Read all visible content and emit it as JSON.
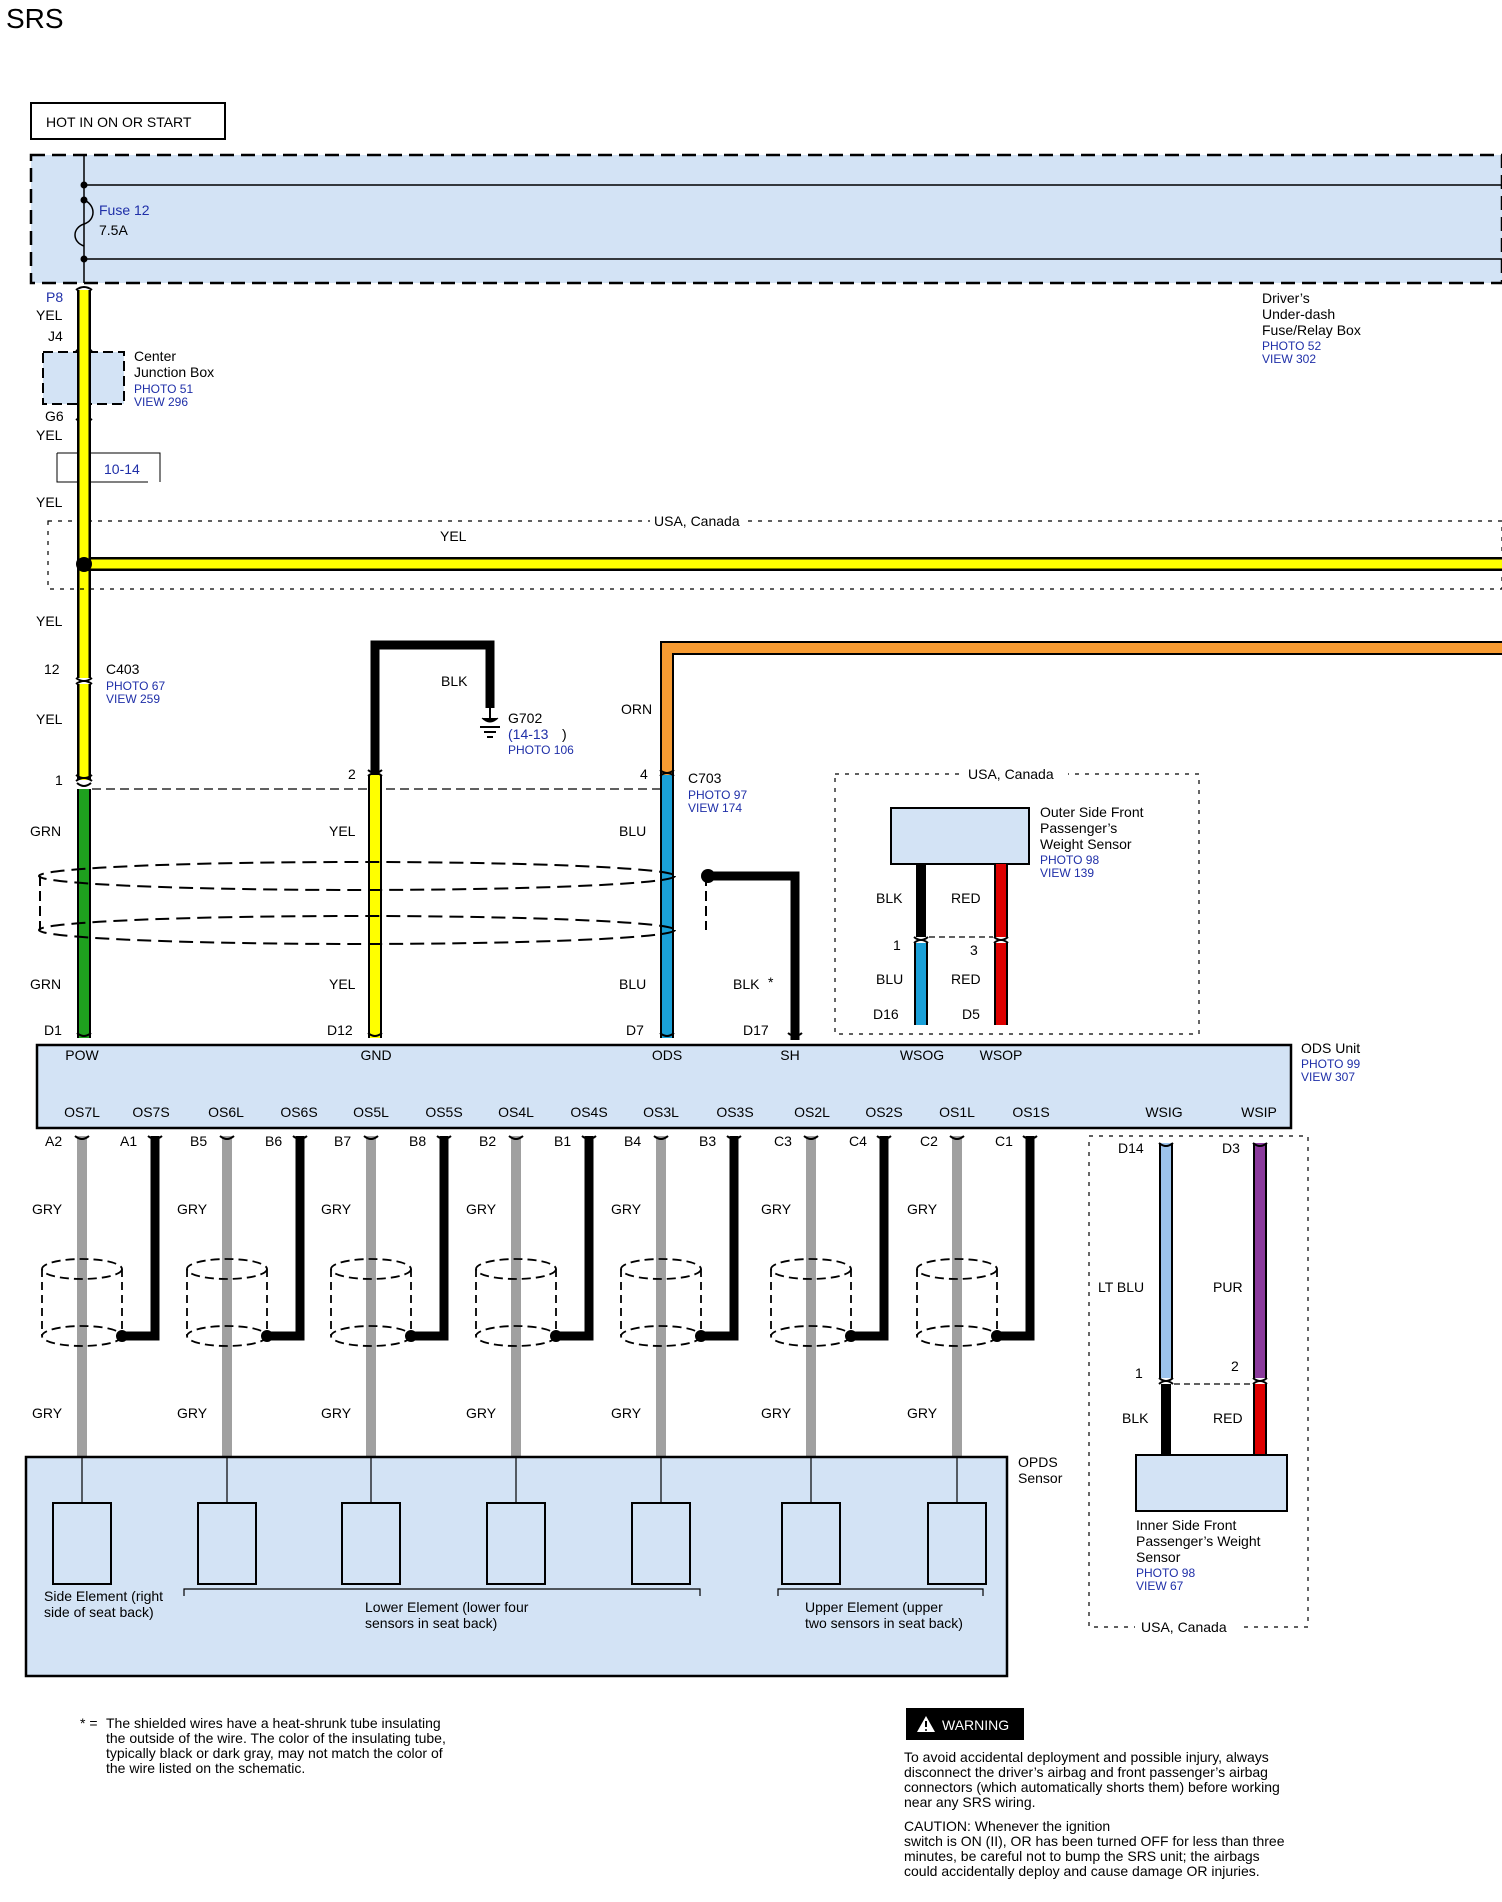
{
  "page": {
    "title": "SRS",
    "hot_label": "HOT IN ON OR START"
  },
  "fuse_box": {
    "fuse_name": "Fuse 12",
    "fuse_rating": "7.5A",
    "name_l1": "Driver’s",
    "name_l2": "Under-dash",
    "name_l3": "Fuse/Relay Box",
    "photo": "PHOTO 52",
    "view": "VIEW 302"
  },
  "center_junction": {
    "pin_in": "P8",
    "wire_in": "YEL",
    "pin_j": "J4",
    "name_l1": "Center",
    "name_l2": "Junction Box",
    "photo": "PHOTO 51",
    "view": "VIEW 296",
    "pin_out": "G6",
    "wire_out": "YEL"
  },
  "ref": {
    "page_ref": "10-14",
    "wire_after_ref": "YEL"
  },
  "region_usa_top": {
    "label": "USA, Canada",
    "bus_wire": "YEL",
    "wire_below": "YEL"
  },
  "c403": {
    "pin": "12",
    "name": "C403",
    "photo": "PHOTO 67",
    "view": "VIEW 259",
    "wire": "YEL"
  },
  "ground": {
    "wire": "BLK",
    "name": "G702",
    "ref": "(14-13",
    "ref_close": ")",
    "photo": "PHOTO 106"
  },
  "orange": {
    "wire": "ORN"
  },
  "c703": {
    "pin1": "1",
    "pin2": "2",
    "pin4": "4",
    "name": "C703",
    "photo": "PHOTO 97",
    "view": "VIEW 174"
  },
  "shield_wires": {
    "w1_top": "GRN",
    "w2_top": "YEL",
    "w3_top": "BLU",
    "w1_bot": "GRN",
    "w2_bot": "YEL",
    "w3_bot": "BLU",
    "drain": "BLK",
    "drain_mark": "*"
  },
  "ods_pins_top": [
    "D1",
    "D12",
    "D7",
    "D17"
  ],
  "outer_sensor": {
    "region": "USA, Canada",
    "name_l1": "Outer Side Front",
    "name_l2": "Passenger’s",
    "name_l3": "Weight Sensor",
    "photo": "PHOTO 98",
    "view": "VIEW 139",
    "w_left_top": "BLK",
    "w_right_top": "RED",
    "pin_left": "1",
    "pin_right": "3",
    "w_left_bot": "BLU",
    "w_right_bot": "RED",
    "ods_pin_left": "D16",
    "ods_pin_right": "D5"
  },
  "ods_unit": {
    "name": "ODS Unit",
    "photo": "PHOTO 99",
    "view": "VIEW 307",
    "top_terminals": [
      "POW",
      "GND",
      "ODS",
      "SH",
      "WSOG",
      "WSOP"
    ],
    "bottom_terminals": [
      "OS7L",
      "OS7S",
      "OS6L",
      "OS6S",
      "OS5L",
      "OS5S",
      "OS4L",
      "OS4S",
      "OS3L",
      "OS3S",
      "OS2L",
      "OS2S",
      "OS1L",
      "OS1S",
      "WSIG",
      "WSIP"
    ]
  },
  "sensor_pins": [
    {
      "gry": "A2",
      "blk": "A1"
    },
    {
      "gry": "B5",
      "blk": "B6"
    },
    {
      "gry": "B7",
      "blk": "B8"
    },
    {
      "gry": "B2",
      "blk": "B1"
    },
    {
      "gry": "B4",
      "blk": "B3"
    },
    {
      "gry": "C3",
      "blk": "C4"
    },
    {
      "gry": "C2",
      "blk": "C1"
    }
  ],
  "sensor_wire": "GRY",
  "opds": {
    "name_l1": "OPDS",
    "name_l2": "Sensor",
    "side_l1": "Side Element (right",
    "side_l2": "side of seat back)",
    "lower_l1": "Lower Element (lower four",
    "lower_l2": "sensors in seat back)",
    "upper_l1": "Upper Element (upper",
    "upper_l2": "two sensors in seat back)"
  },
  "inner_sensor": {
    "pin_left": "D14",
    "pin_right": "D3",
    "w_left_top": "LT BLU",
    "w_right_top": "PUR",
    "conn_left": "1",
    "conn_right": "2",
    "w_left_bot": "BLK",
    "w_right_bot": "RED",
    "name_l1": "Inner Side Front",
    "name_l2": "Passenger’s Weight",
    "name_l3": "Sensor",
    "photo": "PHOTO 98",
    "view": "VIEW 67",
    "region": "USA, Canada"
  },
  "footnote": {
    "mark": "* =",
    "l1": "The shielded wires have a heat-shrunk tube insulating",
    "l2": "the outside of the wire. The color of the insulating tube,",
    "l3": "typically black or dark gray, may not match the color of",
    "l4": "the wire listed on the schematic."
  },
  "warning": {
    "badge": "WARNING",
    "p1_l1": "To avoid accidental deployment and possible injury, always",
    "p1_l2": "disconnect the driver’s airbag and front passenger’s airbag",
    "p1_l3": "connectors (which automatically shorts them) before working",
    "p1_l4": "near any SRS wiring.",
    "p2_l1": "CAUTION: Whenever the ignition",
    "p2_l2": "switch is ON (II), OR has been turned OFF for less than three",
    "p2_l3": "minutes, be careful not to bump the SRS unit; the airbags",
    "p2_l4": "could accidentally deploy and cause damage OR injuries."
  },
  "colors": {
    "box_fill": "#d3e3f5",
    "yellow": "#ffff00",
    "green": "#1ea01e",
    "blue": "#1aa0d8",
    "orange": "#f79b32",
    "red": "#dd0000",
    "gray": "#a0a0a0",
    "purple": "#8a3a9c",
    "light_blue": "#9cc3ec",
    "link_blue": "#1f2fa8"
  }
}
